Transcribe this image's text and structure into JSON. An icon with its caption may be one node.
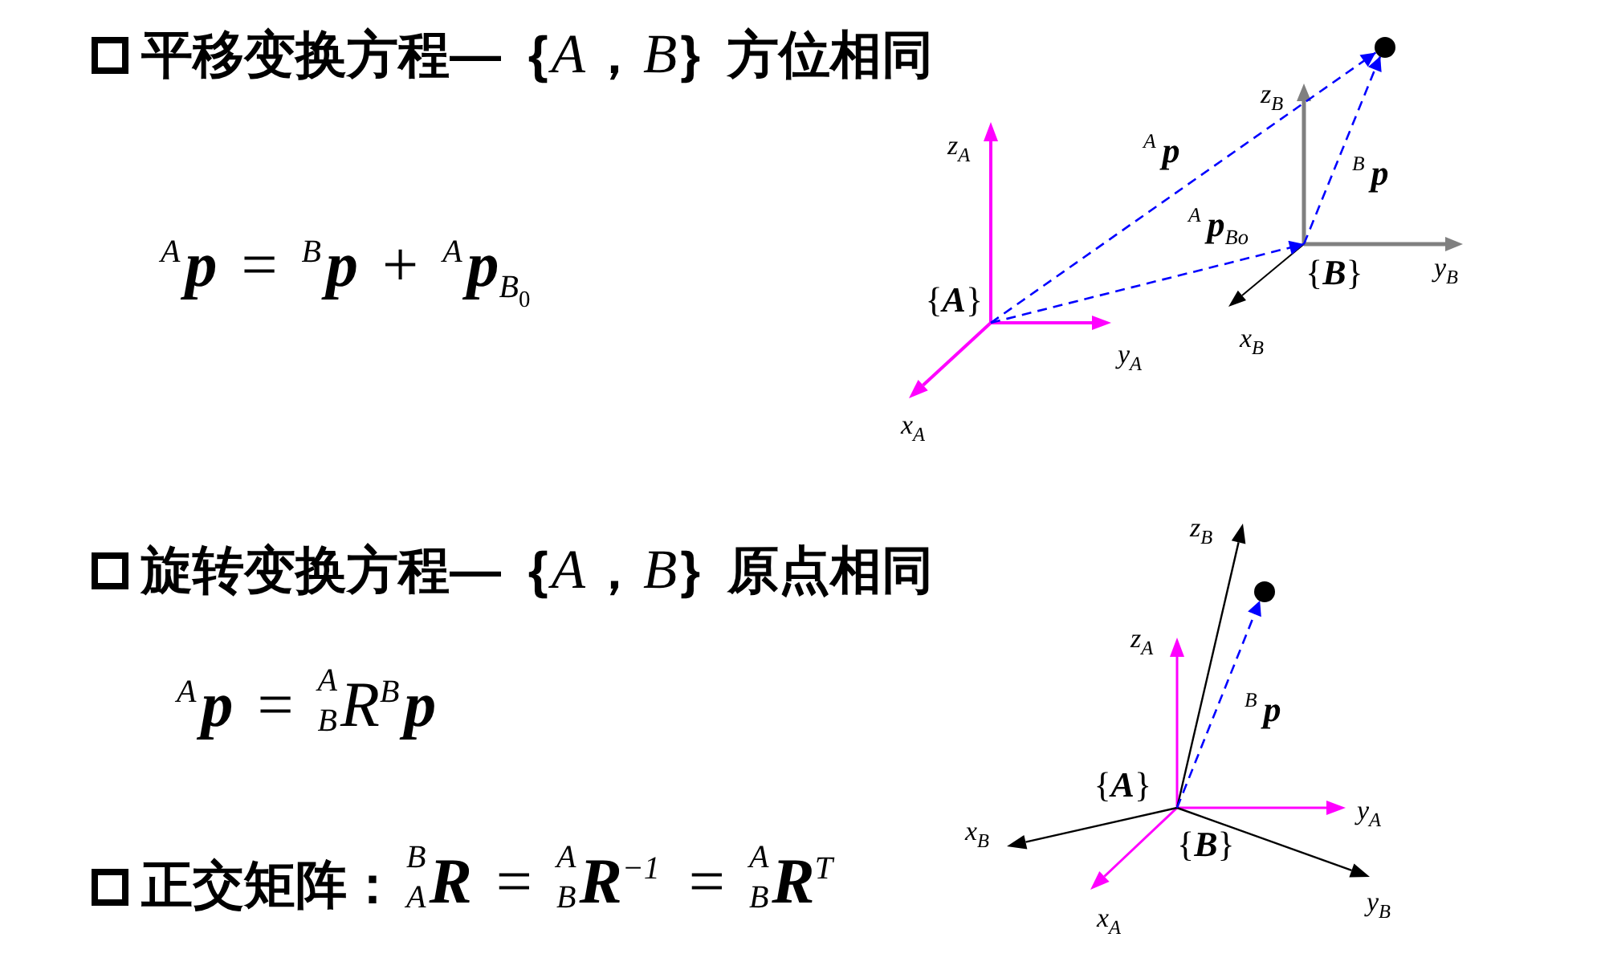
{
  "diagram": {
    "nodes": [
      {
        "text": [],
        "shape": "circle"
      },
      {
        "text": [
          "{**B**}"
        ]
      },
      {
        "text": [
          "{**A**}"
        ]
      },
      {
        "text": [],
        "shape": "circle"
      },
      {
        "text": [
          "{**A**}"
        ]
      },
      {
        "text": [
          "{**B**}"
        ]
      }
    ],
    "edges": [
      {
        "from": 2,
        "to": 0,
        "arrow": "to",
        "label": "$^{A}$**p**",
        "style": "dashed",
        "color": "#0000ff"
      },
      {
        "from": 2,
        "to": 1,
        "arrow": "to",
        "label": "$^{A}$**p**$_{Bo}$",
        "style": "dashed",
        "color": "#0000ff"
      },
      {
        "from": 1,
        "to": 0,
        "arrow": "to",
        "label": "$^{B}$**p**",
        "style": "dashed",
        "color": "#0000ff"
      },
      {
        "from": 5,
        "to": 3,
        "arrow": "to",
        "label": "$^{B}$**p**",
        "style": "dashed",
        "color": "#0000ff"
      }
    ],
    "labels": [
      "平移变换方程— {*A*，*B*} 方位相同",
      "$^{A}$**p** = $^{B}$**p** + $^{A}$**p**$_{B}$$_{0}$",
      "z$_{B}$",
      "z$_{A}$",
      "y$_{B}$",
      "x$_{B}$",
      "y$_{A}$",
      "x$_{A}$",
      "旋转变换方程— {*A*，*B*} 原点相同",
      "z$_{B}$",
      "z$_{A}$",
      "$^{A}$**p** = $^{A}$$_{B}$*R*$^{B}$**p**",
      "y$_{A}$",
      "x$_{B}$",
      "y$_{B}$",
      "正交矩阵：",
      "$^{B}$$_{A}$**R** = $^{A}$$_{B}$**R**$^{−1}$ = $^{A}$$_{B}$**R**$^{T}$",
      "x$_{A}$"
    ]
  }
}
